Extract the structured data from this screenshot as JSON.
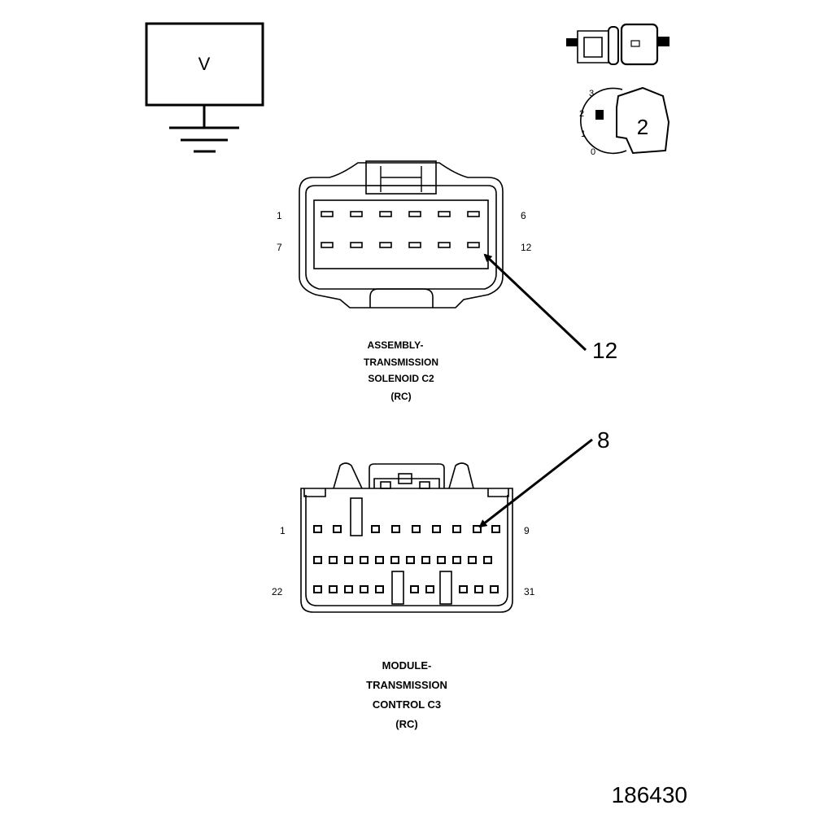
{
  "meter": {
    "symbol": "V"
  },
  "switch": {
    "positions": [
      "3",
      "2",
      "1",
      "0"
    ],
    "selected": "2"
  },
  "connector_c2": {
    "pin_start_top": "1",
    "pin_end_top": "6",
    "pin_start_bottom": "7",
    "pin_end_bottom": "12",
    "callout": "12",
    "title_lines": [
      "ASSEMBLY-",
      "TRANSMISSION",
      "SOLENOID C2",
      "(RC)"
    ]
  },
  "connector_c3": {
    "pin_start_top": "1",
    "pin_end_top": "9",
    "pin_start_bottom": "22",
    "pin_end_bottom": "31",
    "callout": "8",
    "title_lines": [
      "MODULE-",
      "TRANSMISSION",
      "CONTROL C3",
      "(RC)"
    ]
  },
  "figure_number": "186430"
}
